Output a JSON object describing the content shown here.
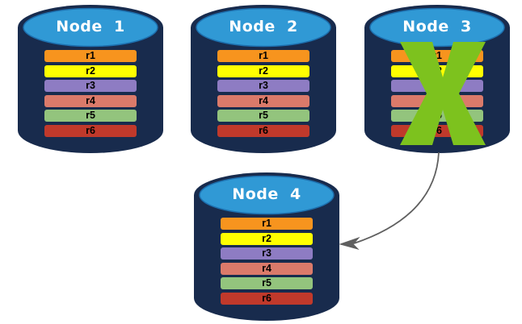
{
  "nodes": [
    {
      "label": "Node  1",
      "replicas": [
        "r1",
        "r2",
        "r3",
        "r4",
        "r5",
        "r6"
      ],
      "crossed_out": false
    },
    {
      "label": "Node  2",
      "replicas": [
        "r1",
        "r2",
        "r3",
        "r4",
        "r5",
        "r6"
      ],
      "crossed_out": false
    },
    {
      "label": "Node  3",
      "replicas": [
        "r1",
        "r2",
        "r3",
        "r4",
        "r5",
        "r6"
      ],
      "crossed_out": true
    },
    {
      "label": "Node  4",
      "replicas": [
        "r1",
        "r2",
        "r3",
        "r4",
        "r5",
        "r6"
      ],
      "crossed_out": false
    }
  ],
  "icons": {
    "failure": "x-mark-icon",
    "node_shape": "database-cylinder-icon",
    "arrow": "curved-arrow-from-node-3-to-node-4"
  },
  "colors": {
    "cylinder_body": "#182B4D",
    "cylinder_top": "#3099D5",
    "cylinder_top_edge": "#1D6FAE",
    "replica_colors": [
      "#F7941E",
      "#FFFF00",
      "#8E7CC3",
      "#DB7A6A",
      "#93C47D",
      "#C0392B"
    ],
    "failure_x": "#7DC21E",
    "arrow": "#5F5F5F"
  }
}
